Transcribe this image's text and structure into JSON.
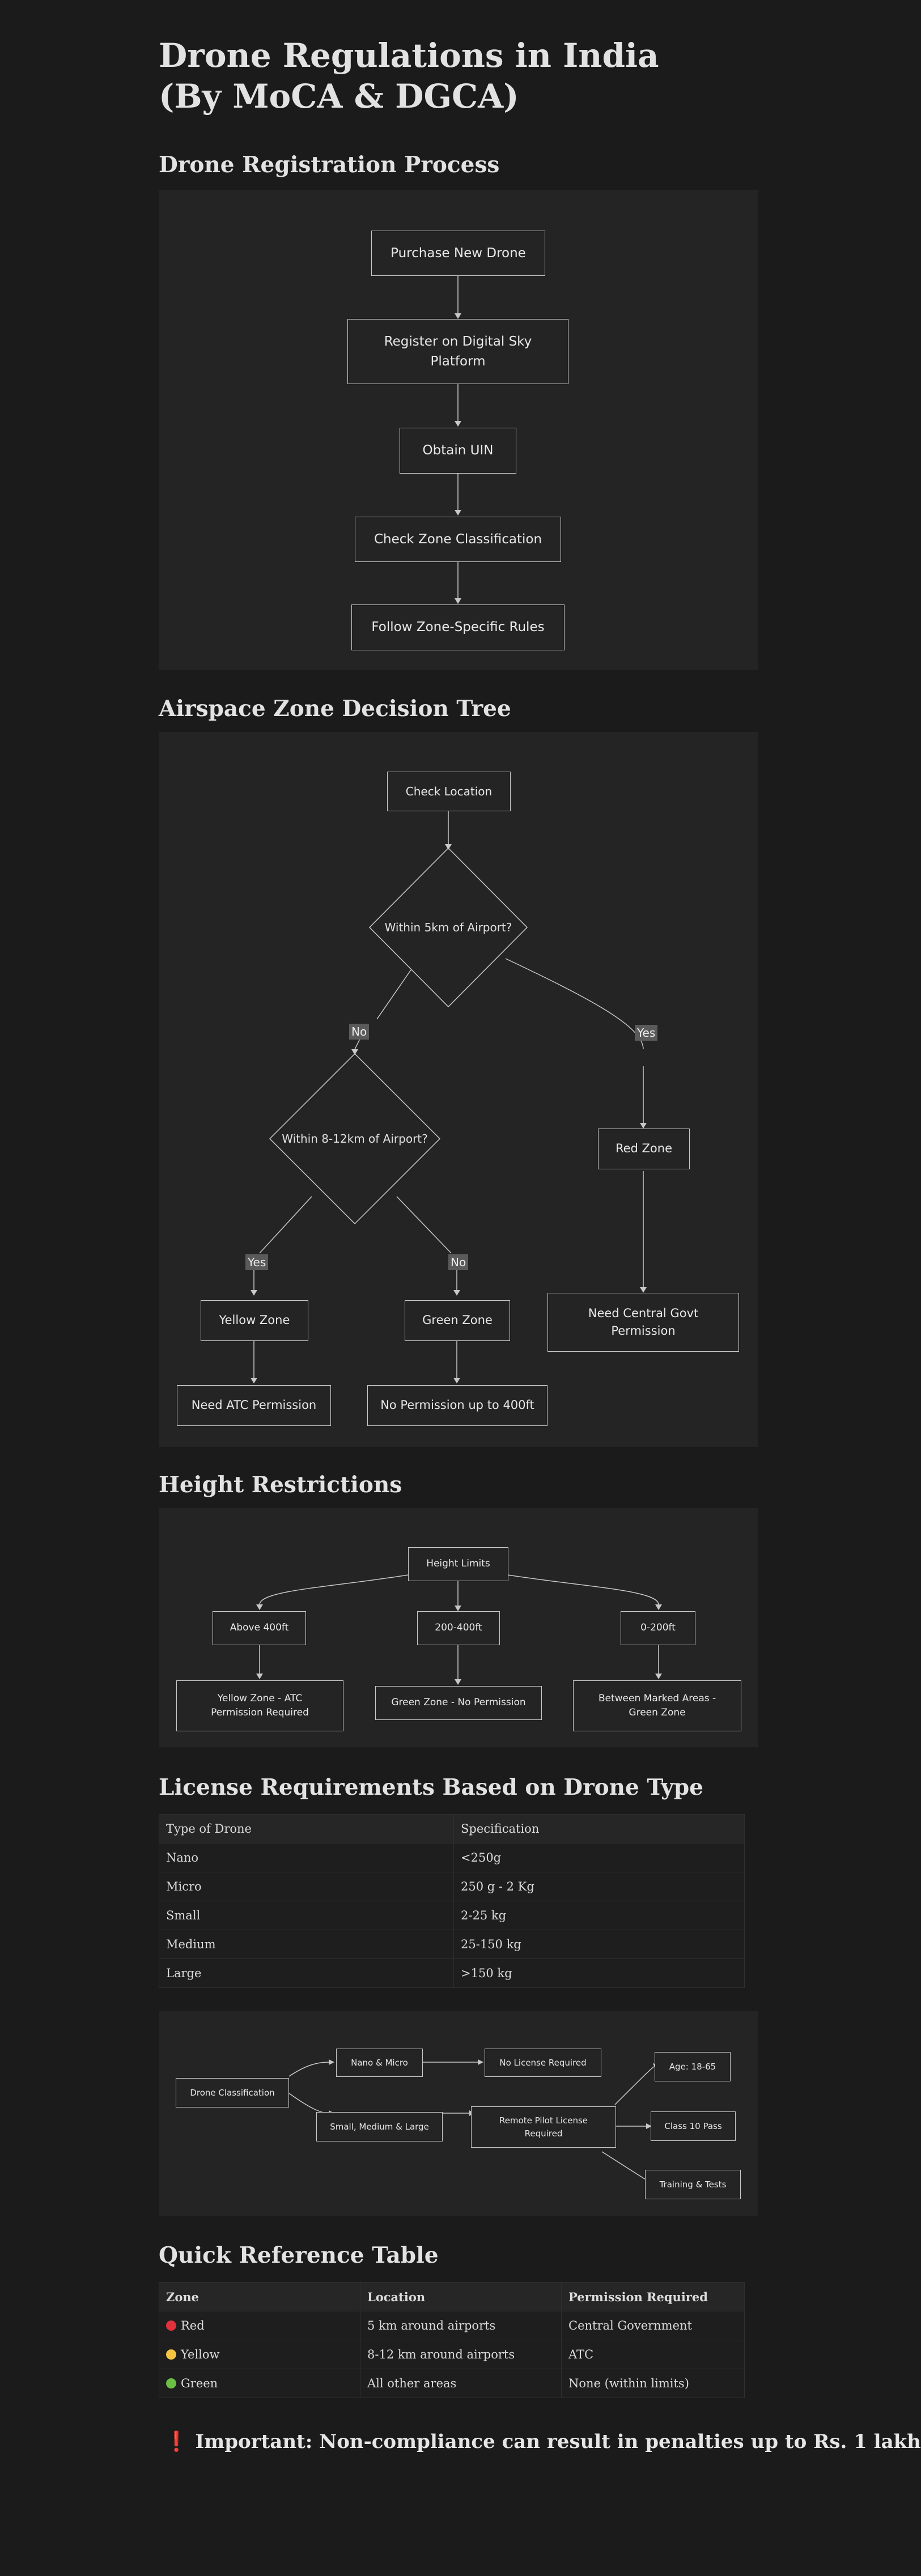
{
  "title_line1": "Drone Regulations in India",
  "title_line2": "(By MoCA & DGCA)",
  "registration": {
    "heading": "Drone Registration Process",
    "steps": [
      "Purchase New Drone",
      "Register on Digital Sky Platform",
      "Obtain UIN",
      "Check Zone Classification",
      "Follow Zone-Specific Rules"
    ]
  },
  "zone_tree": {
    "heading": "Airspace Zone Decision Tree",
    "check_location": "Check Location",
    "q1": "Within 5km of Airport?",
    "q2": "Within 8-12km of Airport?",
    "no": "No",
    "yes": "Yes",
    "red_zone": "Red Zone",
    "yellow_zone": "Yellow Zone",
    "green_zone": "Green Zone",
    "central_permission": "Need Central Govt Permission",
    "atc_permission": "Need ATC Permission",
    "no_permission": "No Permission up to 400ft"
  },
  "height": {
    "heading": "Height Restrictions",
    "root": "Height Limits",
    "above": "Above 400ft",
    "mid": "200-400ft",
    "low": "0-200ft",
    "above_result": "Yellow Zone - ATC Permission Required",
    "mid_result": "Green Zone - No Permission",
    "low_result": "Between Marked Areas - Green Zone"
  },
  "license": {
    "heading": "License Requirements Based on Drone Type",
    "columns": [
      "Type of Drone",
      "Specification"
    ],
    "rows": [
      [
        "Nano",
        "<250g"
      ],
      [
        "Micro",
        "250 g - 2 Kg"
      ],
      [
        "Small",
        "2-25 kg"
      ],
      [
        "Medium",
        "25-150 kg"
      ],
      [
        "Large",
        ">150 kg"
      ]
    ],
    "diagram": {
      "classification": "Drone Classification",
      "nano_micro": "Nano & Micro",
      "no_license": "No License Required",
      "small_large": "Small, Medium & Large",
      "rpl": "Remote Pilot License Required",
      "age": "Age: 18-65",
      "class10": "Class 10 Pass",
      "training": "Training & Tests"
    }
  },
  "quick_ref": {
    "heading": "Quick Reference Table",
    "columns": [
      "Zone",
      "Location",
      "Permission Required"
    ],
    "rows": [
      {
        "zone": "Red",
        "color": "#e0323c",
        "location": "5 km around airports",
        "permission": "Central Government"
      },
      {
        "zone": "Yellow",
        "color": "#f4c542",
        "location": "8-12 km around airports",
        "permission": "ATC"
      },
      {
        "zone": "Green",
        "color": "#6bbf45",
        "location": "All other areas",
        "permission": "None (within limits)"
      }
    ]
  },
  "important": {
    "icon": "exclamation-icon",
    "text": "Important: Non-compliance can result in penalties up to Rs. 1 lakh"
  }
}
